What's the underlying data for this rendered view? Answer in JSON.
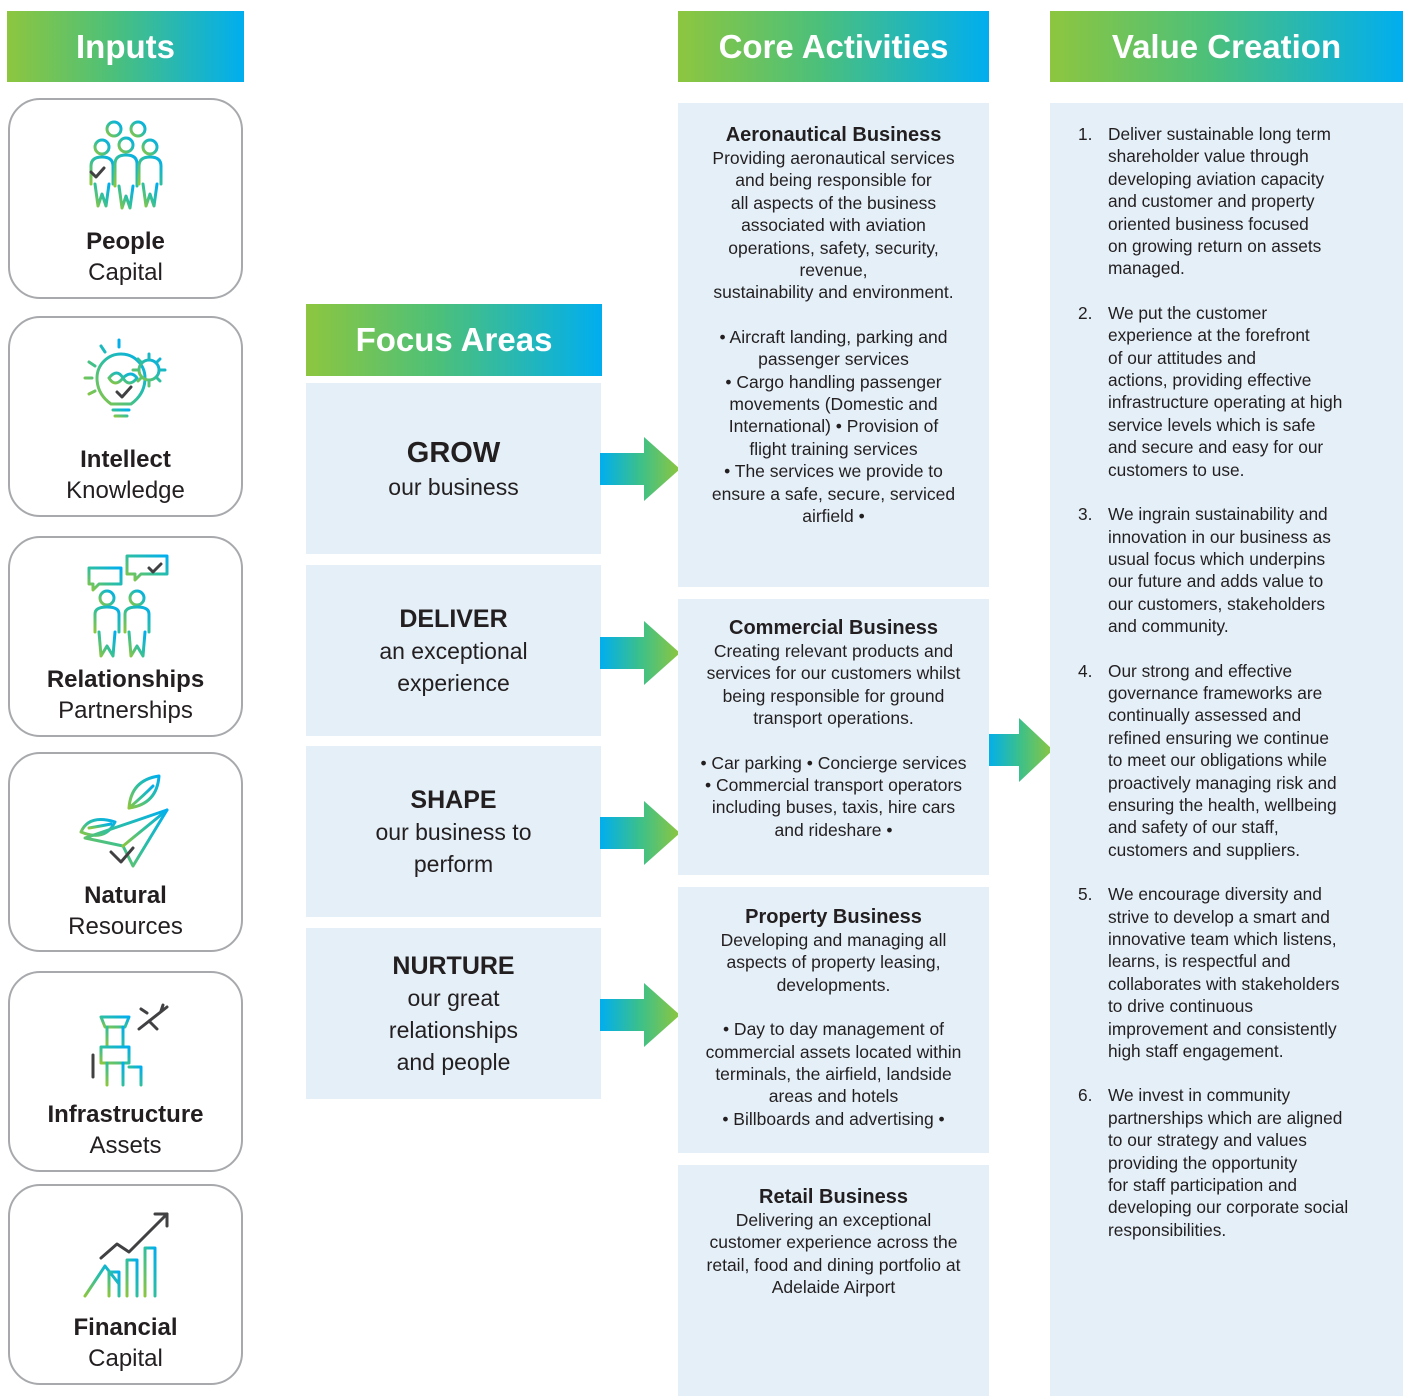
{
  "headers": {
    "inputs": "Inputs",
    "core": "Core Activities",
    "value": "Value Creation",
    "focus": "Focus Areas"
  },
  "inputs": [
    {
      "title": "People",
      "subtitle": "Capital",
      "icon": "people-group-icon"
    },
    {
      "title": "Intellect",
      "subtitle": "Knowledge",
      "icon": "lightbulb-gear-icon"
    },
    {
      "title": "Relationships",
      "subtitle": "Partnerships",
      "icon": "people-speech-bubbles-icon"
    },
    {
      "title": "Natural",
      "subtitle": "Resources",
      "icon": "leaf-paper-plane-icon"
    },
    {
      "title": "Infrastructure",
      "subtitle": "Assets",
      "icon": "control-tower-plane-icon"
    },
    {
      "title": "Financial",
      "subtitle": "Capital",
      "icon": "growth-chart-icon"
    }
  ],
  "focus_areas": [
    {
      "heading": "GROW",
      "lines": [
        "our business"
      ]
    },
    {
      "heading": "DELIVER",
      "lines": [
        "an exceptional",
        "experience"
      ]
    },
    {
      "heading": "SHAPE",
      "lines": [
        "our business to",
        "perform"
      ]
    },
    {
      "heading": "NURTURE",
      "lines": [
        "our great",
        "relationships",
        "and people"
      ]
    }
  ],
  "core_activities": [
    {
      "heading": "Aeronautical Business",
      "description": [
        "Providing aeronautical services",
        "and being responsible for",
        "all aspects of the business",
        "associated with aviation",
        "operations, safety, security,",
        "revenue,",
        "sustainability and environment."
      ],
      "details": [
        "• Aircraft landing, parking and",
        "passenger services",
        "• Cargo handling passenger",
        "movements (Domestic and",
        "International) • Provision of",
        "flight training services",
        "• The services we provide to",
        "ensure a safe, secure, serviced",
        "airfield •"
      ]
    },
    {
      "heading": "Commercial Business",
      "description": [
        "Creating relevant products and",
        "services for our customers whilst",
        "being responsible for ground",
        "transport operations."
      ],
      "details": [
        "• Car parking • Concierge services",
        "• Commercial transport operators",
        "including buses, taxis, hire cars",
        "and rideshare •"
      ]
    },
    {
      "heading": "Property Business",
      "description": [
        "Developing and managing all",
        "aspects of property leasing,",
        "developments."
      ],
      "details": [
        "• Day to day management of",
        "commercial assets located within",
        "terminals, the airfield, landside",
        "areas and hotels",
        "• Billboards and advertising •"
      ]
    },
    {
      "heading": "Retail Business",
      "description": [
        "Delivering an exceptional",
        "customer experience across the",
        "retail, food and dining portfolio at",
        "Adelaide Airport"
      ],
      "details": []
    }
  ],
  "value_creation": [
    {
      "num": "1.",
      "lines": [
        "Deliver sustainable long term",
        "shareholder value through",
        "developing aviation capacity",
        "and customer and property",
        "oriented business focused",
        "on growing return on assets",
        "managed."
      ]
    },
    {
      "num": "2.",
      "lines": [
        "We put the customer",
        "experience at the forefront",
        "of our attitudes and",
        "actions, providing effective",
        "infrastructure operating at high",
        "service levels which is safe",
        "and secure and easy for our",
        "customers to use."
      ]
    },
    {
      "num": "3.",
      "lines": [
        "We ingrain sustainability and",
        "innovation in our business as",
        "usual focus which underpins",
        "our future and adds value to",
        "our customers, stakeholders",
        "and community."
      ]
    },
    {
      "num": "4.",
      "lines": [
        "Our strong and effective",
        "governance frameworks are",
        "continually assessed and",
        "refined ensuring we continue",
        "to meet our obligations while",
        "proactively managing risk and",
        "ensuring the health, wellbeing",
        "and safety of our staff,",
        "customers and suppliers."
      ]
    },
    {
      "num": "5.",
      "lines": [
        "We encourage diversity and",
        "strive to develop a smart and",
        "innovative team which listens,",
        "learns, is respectful and",
        "collaborates with stakeholders",
        "to drive continuous",
        "improvement and consistently",
        "high staff engagement."
      ]
    },
    {
      "num": "6.",
      "lines": [
        "We invest in community",
        "partnerships which are aligned",
        "to our strategy and values",
        "providing the opportunity",
        "for staff participation and",
        "developing our corporate social",
        "responsibilities."
      ]
    }
  ],
  "colors": {
    "gradient_start": "#8dc63f",
    "gradient_end": "#00aeef",
    "panel_background": "#e4eff8",
    "card_border": "#a7a9ac",
    "text": "#231f20",
    "icon_dark": "#414042"
  }
}
